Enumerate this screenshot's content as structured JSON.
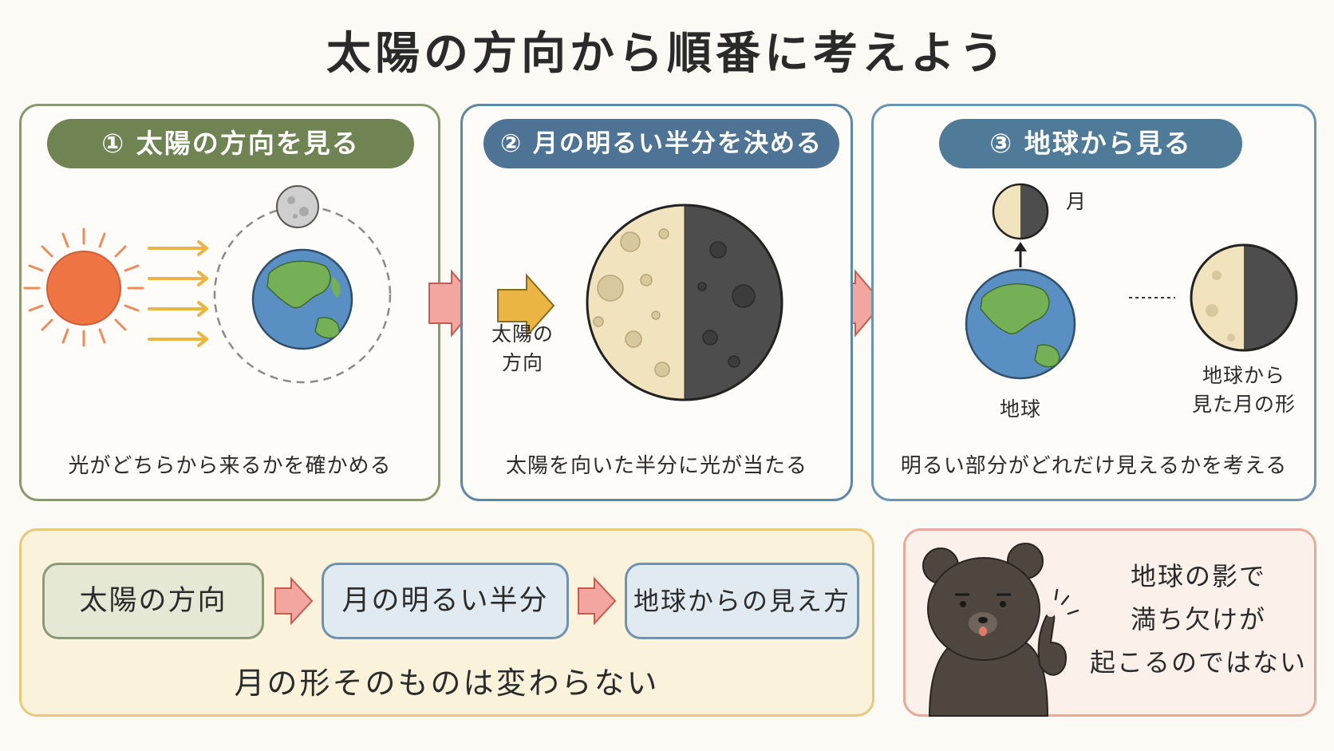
{
  "title": "太陽の方向から順番に考えよう",
  "panels": [
    {
      "heading": "① 太陽の方向を見る",
      "caption": "光がどちらから来るかを確かめる"
    },
    {
      "heading": "② 月の明るい半分を決める",
      "caption": "太陽を向いた半分に光が当たる",
      "sun_direction_label": "太陽の\n方向"
    },
    {
      "heading": "③ 地球から見る",
      "caption": "明るい部分がどれだけ見えるかを考える",
      "moon_label": "月",
      "earth_label": "地球",
      "view_label": "地球から\n見た月の形"
    }
  ],
  "summary": {
    "steps": [
      "太陽の方向",
      "月の明るい半分",
      "地球からの見え方"
    ],
    "note": "月の形そのものは変わらない"
  },
  "bear_tip": {
    "lines": [
      "地球の影で",
      "満ち欠けが",
      "起こるのではない"
    ]
  },
  "colors": {
    "sun": "#ef7443",
    "arrow_pink": "#f3a6a0",
    "arrow_yellow": "#ebb544",
    "moon_light": "#f1e3bd",
    "moon_dark": "#4d4d4d",
    "ocean": "#5a8fc4",
    "land": "#76b056"
  }
}
